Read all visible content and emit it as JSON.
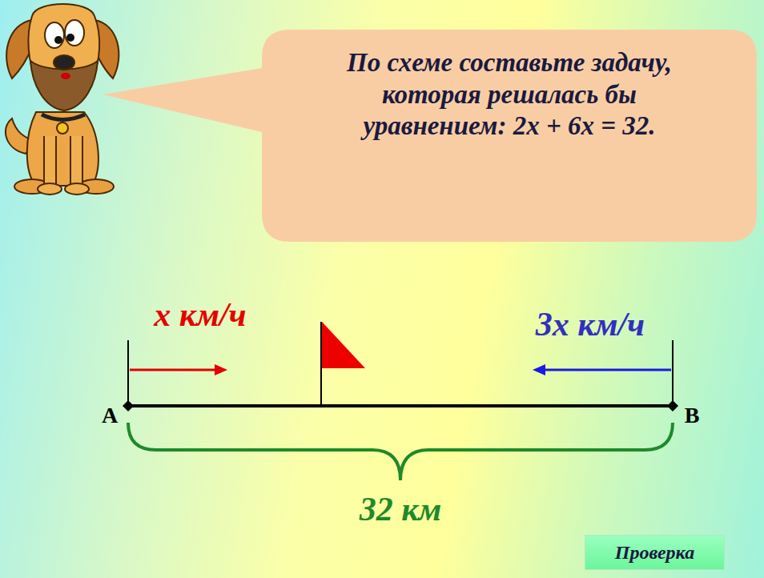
{
  "diagram": {
    "nodes": [
      {
        "text": [
          "По схеме составьте задачу, которая решалась бы уравнением: 2x + 6x = 32."
        ]
      },
      {
        "text": [
          "Проверка"
        ]
      }
    ],
    "labels": [
      "x км/ч",
      "3x км/ч",
      "А",
      "В",
      "32 км"
    ]
  }
}
